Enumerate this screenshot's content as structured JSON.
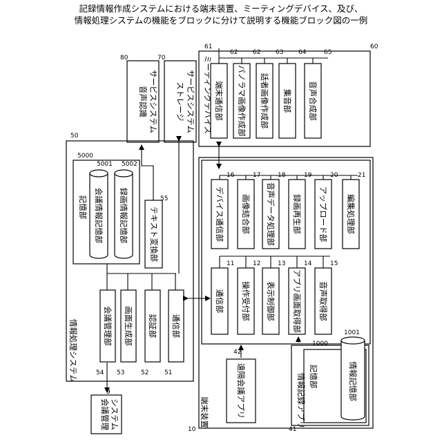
{
  "title": {
    "line1": "記録情報作成システムにおける端末装置、ミーティングデバイス、及び、",
    "line2": "情報処理システムの機能をブロックに分けて説明する機能ブロック図の一例"
  },
  "systems": {
    "speech_service": {
      "label_line1": "音声認識",
      "label_line2": "サービスシステム",
      "ref": "80"
    },
    "storage_service": {
      "label_line1": "ストレージ",
      "label_line2": "サービスシステム",
      "ref": "70"
    }
  },
  "meeting_device": {
    "ref": "60",
    "label": "ミーティングデバイス",
    "bus_ref": "61",
    "units": [
      {
        "label": "端末通信部",
        "ref": "62"
      },
      {
        "label": "パノラマ画像作成部",
        "ref": "62"
      },
      {
        "label": "話者画像作成部",
        "ref": "63"
      },
      {
        "label": "集音部",
        "ref": "64"
      },
      {
        "label": "音声合成部",
        "ref": "65"
      }
    ]
  },
  "info_processing_system": {
    "ref": "50",
    "label": "情報処理システム",
    "storage": {
      "label": "記憶部",
      "ref": "5000",
      "dbs": [
        {
          "label": "会議情報記憶部",
          "ref": "5001"
        },
        {
          "label": "録画情報記憶部",
          "ref": "5002"
        }
      ]
    },
    "text_conversion": {
      "label": "テキスト変換部",
      "ref": "55"
    },
    "units": [
      {
        "label": "会議管理部",
        "ref": "54"
      },
      {
        "label": "画面生成部",
        "ref": "53"
      },
      {
        "label": "認証部",
        "ref": "52"
      },
      {
        "label": "通信部",
        "ref": "51"
      }
    ]
  },
  "terminal": {
    "ref": "10",
    "label": "端末装置",
    "top_units": [
      {
        "label": "デバイス通信部",
        "ref": "16"
      },
      {
        "label": "画像結合部",
        "ref": "17"
      },
      {
        "label": "音声データ処理部",
        "ref": "18"
      },
      {
        "label": "録画再生部",
        "ref": "19"
      },
      {
        "label": "アップロード部",
        "ref": "20"
      },
      {
        "label": "編集処理部",
        "ref": "21"
      }
    ],
    "mid_units": [
      {
        "label": "通信部",
        "ref": "11"
      },
      {
        "label": "操作受付部",
        "ref": "12"
      },
      {
        "label": "表示制御部",
        "ref": "13"
      },
      {
        "label": "アプリ画面取得部",
        "ref": "14"
      },
      {
        "label": "音声取得部",
        "ref": "15"
      }
    ],
    "remote_app": {
      "label": "遠隔会議アプリ",
      "ref": "42"
    },
    "recording_app": {
      "label": "情報記録アプリ",
      "ref": "41",
      "storage": {
        "label": "記憶部",
        "ref": "1000",
        "db_label": "情報記憶部",
        "db_ref": "1001"
      }
    }
  },
  "meeting_mgmt": {
    "label_line1": "会議管理",
    "label_line2": "システム",
    "ref": "9"
  }
}
